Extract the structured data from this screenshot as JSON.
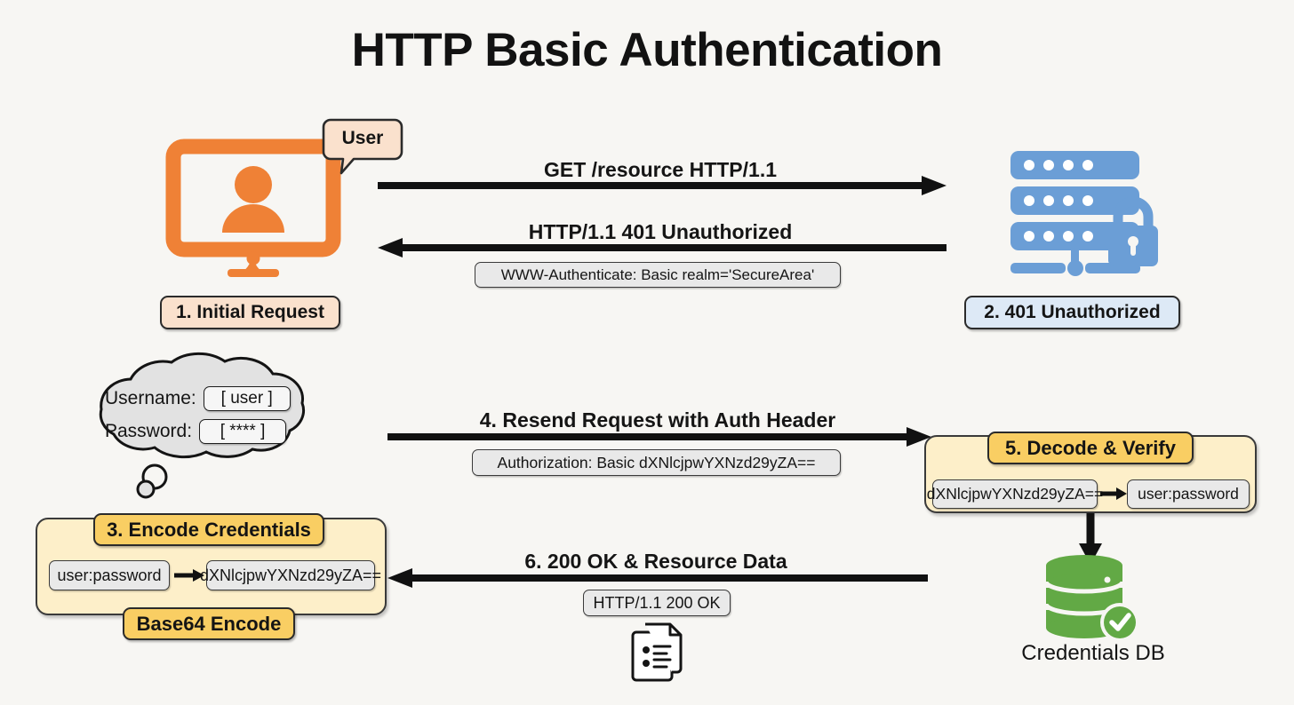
{
  "page": {
    "title": "HTTP Basic Authentication",
    "background": "#f7f6f3"
  },
  "colors": {
    "client_orange": "#ef8136",
    "server_blue": "#6b9ed6",
    "db_green": "#62a945",
    "accent_yellow": "#f9ce63",
    "panel_yellow": "#fdefc9",
    "peach": "#fae1cd",
    "light_blue": "#dde9f6",
    "ink": "#141414"
  },
  "client": {
    "callout": "User",
    "step_label": "1. Initial Request",
    "icon": "desktop-user-icon"
  },
  "server": {
    "step_label": "2. 401 Unauthorized",
    "icon": "server-rack-lock-icon"
  },
  "flows": {
    "request_1": {
      "label": "GET /resource HTTP/1.1",
      "direction": "right"
    },
    "response_2": {
      "label": "HTTP/1.1 401 Unauthorized",
      "header": "WWW-Authenticate: Basic realm='SecureArea'",
      "direction": "left"
    },
    "request_4": {
      "label": "4. Resend Request with Auth Header",
      "header": "Authorization: Basic dXNlcjpwYXNzd29yZA==",
      "direction": "right"
    },
    "response_6": {
      "label": "6. 200 OK & Resource Data",
      "header": "HTTP/1.1 200 OK",
      "direction": "left",
      "icon": "document-list-icon"
    }
  },
  "credentials_cloud": {
    "username_label": "Username:",
    "username_value": "[ user ]",
    "password_label": "Password:",
    "password_value": "[ **** ]"
  },
  "encode_panel": {
    "title": "3. Encode Credentials",
    "input": "user:password",
    "output": "dXNlcjpwYXNzd29yZA==",
    "footer": "Base64 Encode"
  },
  "decode_panel": {
    "title": "5. Decode & Verify",
    "input": "dXNlcjpwYXNzd29yZA==",
    "output": "user:password"
  },
  "database": {
    "label": "Credentials DB",
    "icon": "database-check-icon"
  }
}
